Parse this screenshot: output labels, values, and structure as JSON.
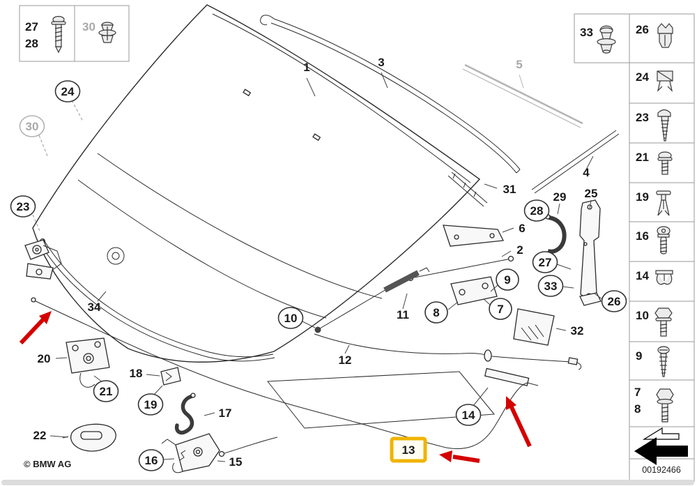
{
  "labels": {
    "n1": "1",
    "n2": "2",
    "n3": "3",
    "n4": "4",
    "n5": "5",
    "n6": "6",
    "n7": "7",
    "n8": "8",
    "n9": "9",
    "n10": "10",
    "n11": "11",
    "n12": "12",
    "n13": "13",
    "n14": "14",
    "n15": "15",
    "n16": "16",
    "n17": "17",
    "n18": "18",
    "n19": "19",
    "n20": "20",
    "n21": "21",
    "n22": "22",
    "n23": "23",
    "n24": "24",
    "n25": "25",
    "n26": "26",
    "n27": "27",
    "n28": "28",
    "n29": "29",
    "n30": "30",
    "n31": "31",
    "n32": "32",
    "n33": "33",
    "n34": "34"
  },
  "legend_top_left": {
    "row1": "27",
    "row2": "28",
    "gray_label": "30",
    "icons": [
      "screw-icon",
      "grommet-clip-icon"
    ]
  },
  "sidebar": {
    "grommet_cell": {
      "label": "33",
      "icon": "rubber-grommet-icon"
    },
    "cells": [
      {
        "label": "26",
        "icon": "expanding-rivet-icon"
      },
      {
        "label": "24",
        "icon": "clip-icon"
      },
      {
        "label": "23",
        "icon": "self-tapping-screw-icon"
      },
      {
        "label": "21",
        "icon": "washer-screw-icon"
      },
      {
        "label": "19",
        "icon": "expansion-rivet-icon"
      },
      {
        "label": "16",
        "icon": "torx-screw-icon"
      },
      {
        "label": "14",
        "icon": "cable-clip-icon"
      },
      {
        "label": "10",
        "icon": "hex-bolt-icon"
      },
      {
        "label": "9",
        "icon": "coarse-thread-screw-icon"
      },
      {
        "label": "7",
        "label2": "8",
        "icon": "hex-flange-bolt-icon"
      }
    ],
    "direction_indicator_icon": "direction-arrow-icon",
    "image_number": "00192466"
  },
  "diagram": {
    "highlighted_part": "13",
    "red_arrow_count": 3
  },
  "colors": {
    "highlight": "#F0B400",
    "arrow": "#D50000",
    "gray_label": "#A9A9A9"
  },
  "footer": {
    "copyright": "© BMW AG"
  }
}
